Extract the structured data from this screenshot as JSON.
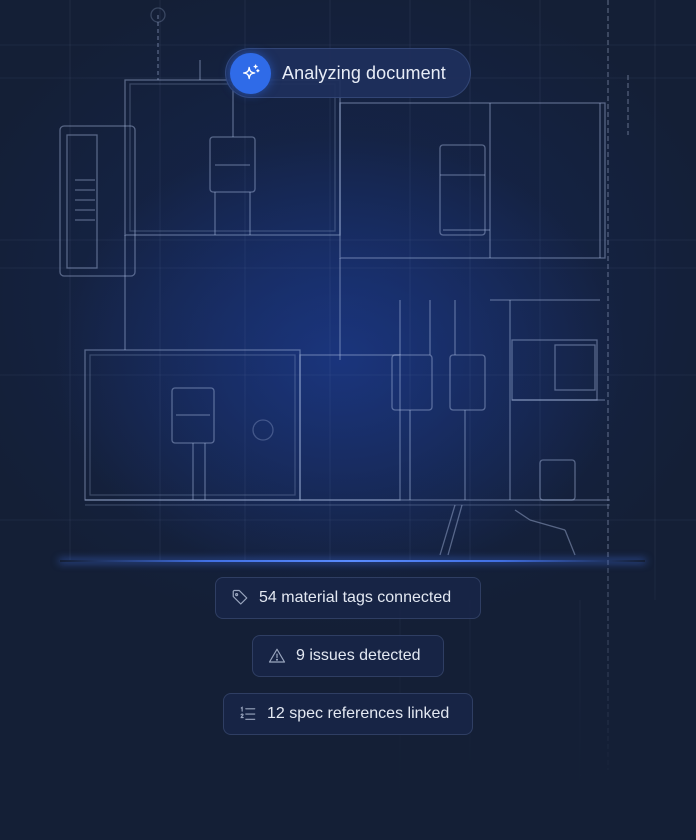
{
  "status_badge": {
    "icon": "sparkles-icon",
    "label": "Analyzing document"
  },
  "results": [
    {
      "icon": "tag-icon",
      "label": "54 material tags connected",
      "count": 54
    },
    {
      "icon": "warning-triangle-icon",
      "label": "9 issues detected",
      "count": 9
    },
    {
      "icon": "numbered-list-icon",
      "label": "12 spec references linked",
      "count": 12
    }
  ],
  "colors": {
    "background": "#141f36",
    "accent": "#2f6be8",
    "scanline": "#4678f5",
    "text": "#e3e8f2"
  }
}
